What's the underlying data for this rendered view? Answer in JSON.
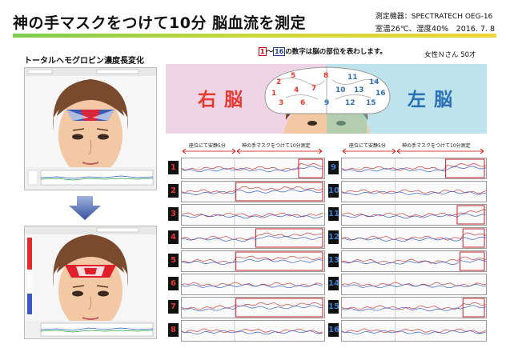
{
  "title": "神の手マスクをつけて10分 脳血流を測定",
  "meta": {
    "device": "測定機器：SPECTRATECH OEG-16",
    "conditions": "室温26℃、湿度40%　2016. 7. 8"
  },
  "left_heading": "トータルヘモグロビン濃度長変化",
  "note": {
    "from": "1",
    "tilde": "～",
    "to": "16",
    "text": "の数字は脳の部位を表わします。"
  },
  "subject": "女性Ｎさん 50才",
  "brain": {
    "right_label": "右脳",
    "left_label": "左脳",
    "right_numbers": [
      "1",
      "2",
      "3",
      "4",
      "5",
      "6",
      "7",
      "8"
    ],
    "left_numbers": [
      "9",
      "10",
      "11",
      "12",
      "13",
      "14",
      "15",
      "16"
    ]
  },
  "panel_header": {
    "rest": "座位にて安静5分",
    "mask": "神の手マスクをつけて10分測定"
  },
  "channels_right": [
    "1",
    "2",
    "3",
    "4",
    "5",
    "6",
    "7",
    "8"
  ],
  "channels_left": [
    "9",
    "10",
    "11",
    "12",
    "13",
    "14",
    "15",
    "16"
  ],
  "colors": {
    "red_number": "#e53a32",
    "blue_number": "#3e7bd3",
    "accent_box": "#c0202a"
  }
}
